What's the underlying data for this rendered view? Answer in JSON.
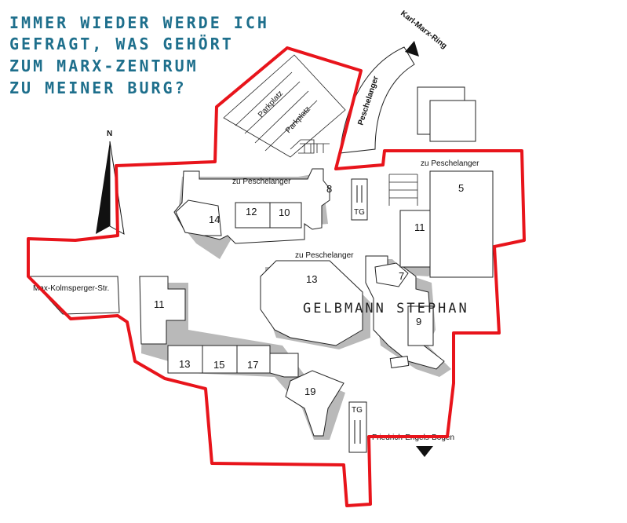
{
  "heading": {
    "lines": [
      "IMMER WIEDER WERDE ICH",
      "GEFRAGT, WAS GEHÖRT",
      "ZUM MARX-ZENTRUM",
      "ZU MEINER BURG?"
    ]
  },
  "north_label": "N",
  "streets": {
    "karl_marx_ring": "Karl-Marx-Ring",
    "peschelanger_road": "Peschelanger",
    "max_kolmsperger": "Max-Kolmsperger-Str.",
    "friedrich_engels_bogen": "Friedrich-Engels-Bogen",
    "zu_peschelanger": "zu Peschelanger"
  },
  "parking": {
    "label": "Parkplatz",
    "garage": "TG"
  },
  "buildings": [
    "5",
    "7",
    "8",
    "9",
    "10",
    "11",
    "11",
    "12",
    "13",
    "13",
    "14",
    "15",
    "17",
    "19"
  ],
  "author": "GELBMANN STEPHAN",
  "colors": {
    "boundary": "#e8141b",
    "heading": "#1e6f8c",
    "shadow": "#b9b9b9"
  }
}
